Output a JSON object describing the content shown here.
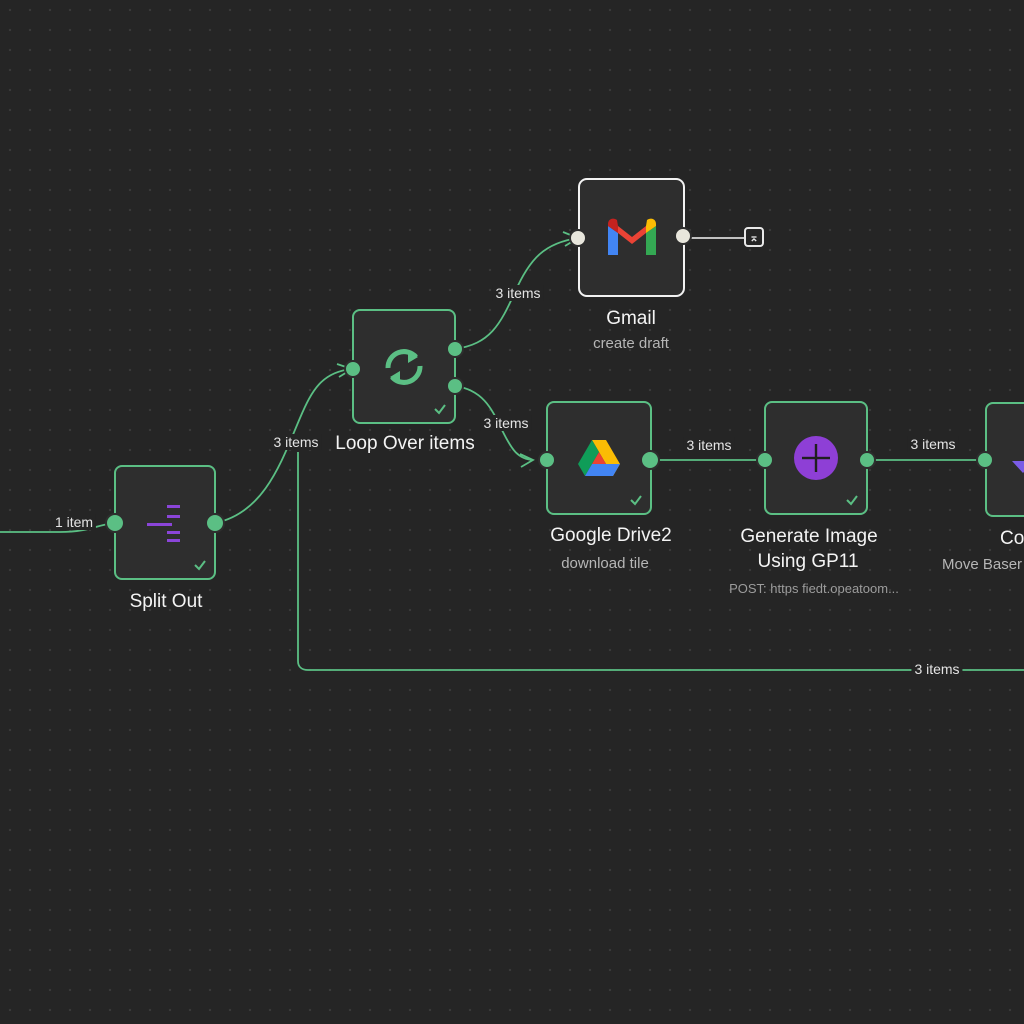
{
  "canvas": {
    "accent_color": "#5bbf84",
    "background_color": "#252525"
  },
  "edges": {
    "split_in": "1 item",
    "split_to_loop": "3 items",
    "loop_to_gmail": "3 items",
    "loop_to_drive": "3 items",
    "drive_to_generate": "3 items",
    "generate_to_convert": "3 items",
    "loop_done": "3 items"
  },
  "nodes": {
    "split_out": {
      "title": "Split Out",
      "icon": "split-out-icon"
    },
    "loop": {
      "title": "Loop Over items",
      "icon": "loop-icon"
    },
    "gmail": {
      "title": "Gmail",
      "subtitle": "create draft",
      "icon": "gmail-icon"
    },
    "drive": {
      "title": "Google Drive2",
      "subtitle": "download tile",
      "icon": "google-drive-icon"
    },
    "generate": {
      "title_line1": "Generate Image",
      "title_line2": "Using GP11",
      "subtitle": "POST: https fiedt.opeatoom...",
      "icon": "plus-icon"
    },
    "convert": {
      "title": "Conve",
      "subtitle": "Move Baser",
      "icon": "convert-icon"
    }
  },
  "add_button": {
    "label": "⌅",
    "icon": "add-node-icon"
  }
}
